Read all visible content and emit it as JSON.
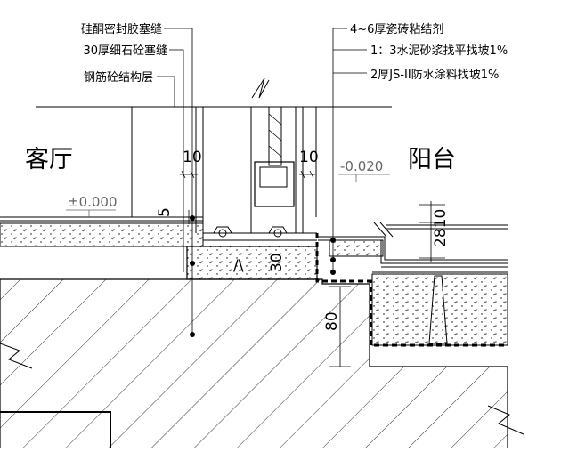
{
  "callouts": {
    "left_1": "硅酮密封胶塞缝",
    "left_2": "30厚细石砼塞缝",
    "left_3": "钢筋砼结构层",
    "right_1": "4~6厚瓷砖粘结剂",
    "right_2": "1：3水泥砂浆找平找坡1%",
    "right_3": "2厚JS-II防水涂料找坡1%"
  },
  "rooms": {
    "left": "客厅",
    "right": "阳台"
  },
  "elevations": {
    "left": "±0.000",
    "right": "-0.020"
  },
  "dimensions": {
    "gap_left": "10",
    "gap_right": "10",
    "step_small": "5",
    "layer_28_10": "2810",
    "filler_depth": "30",
    "drop_depth": "80",
    "slope_mark": "/\\"
  }
}
